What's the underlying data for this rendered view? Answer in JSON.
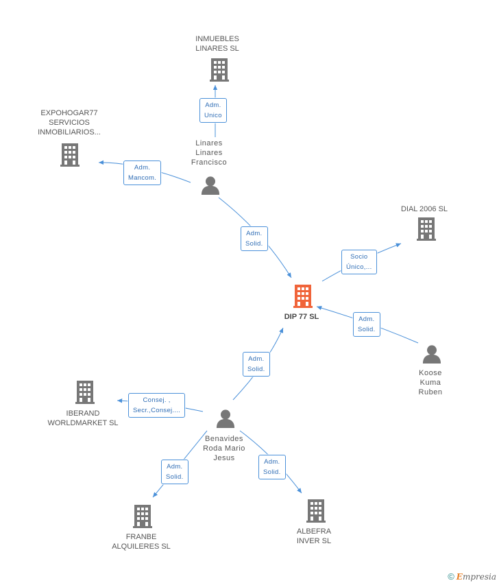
{
  "colors": {
    "edge": "#4a90d9",
    "company": "#777777",
    "center": "#f0643a",
    "person": "#777777"
  },
  "nodes": {
    "inmuebles": "INMUEBLES\nLINARES SL",
    "expohogar": "EXPOHOGAR77\nSERVICIOS\nINMOBILIARIOS...",
    "linares": "Linares\nLinares\nFrancisco",
    "dial": "DIAL 2006 SL",
    "dip": "DIP 77 SL",
    "koose": "Koose\nKuma\nRuben",
    "iberand": "IBERAND\nWORLDMARKET SL",
    "benavides": "Benavides\nRoda Mario\nJesus",
    "franbe": "FRANBE\nALQUILERES SL",
    "albefra": "ALBEFRA\nINVER SL"
  },
  "edges": {
    "linares_inmuebles": "Adm.\nUnico",
    "linares_expohogar": "Adm.\nMancom.",
    "linares_dip": "Adm.\nSolid.",
    "dip_dial": "Socio\nÚnico,...",
    "koose_dip": "Adm.\nSolid.",
    "benavides_dip": "Adm.\nSolid.",
    "benavides_iberand": "Consej. ,\nSecr.,Consej....",
    "benavides_franbe": "Adm.\nSolid.",
    "benavides_albefra": "Adm.\nSolid."
  },
  "footer": {
    "copyright": "©",
    "brand_first": "E",
    "brand_rest": "mpresia"
  }
}
